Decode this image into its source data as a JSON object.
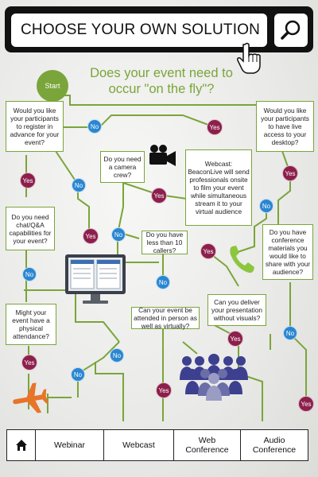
{
  "search": {
    "title": "CHOOSE YOUR OWN SOLUTION",
    "icon": "search-icon"
  },
  "flow": {
    "start": "Start",
    "main_question": "Does your event need to occur \"on the fly\"?",
    "nodes": {
      "register": "Would you like your participants to register in advance for your event?",
      "live_access": "Would you like your participants to have live access to your desktop?",
      "camera_crew": "Do you need a camera crew?",
      "webcast_info": "Webcast: BeaconLive will send professionals onsite to film your event while simultaneous stream it to your virtual audience",
      "chat": "Do you need chat/Q&A capabilities for your event?",
      "callers": "Do you have less than 10 callers?",
      "conference_materials": "Do you have conference materials you would like to share with your audience?",
      "physical": "Might your event have a physical attendance?",
      "in_person": "Can your event be attended in person as well as virtually?",
      "visuals": "Can you deliver your presentation without visuals?"
    },
    "yes_label": "Yes",
    "no_label": "No"
  },
  "colors": {
    "accent": "#7aa53a",
    "yes": "#8c1f4b",
    "no": "#2a86d1",
    "plane": "#e8742a",
    "phone": "#8cc63f",
    "people": "#3d3f8f"
  },
  "nav": {
    "home_icon": "home-icon",
    "items": [
      "Webinar",
      "Webcast",
      "Web Conference",
      "Audio Conference"
    ]
  }
}
